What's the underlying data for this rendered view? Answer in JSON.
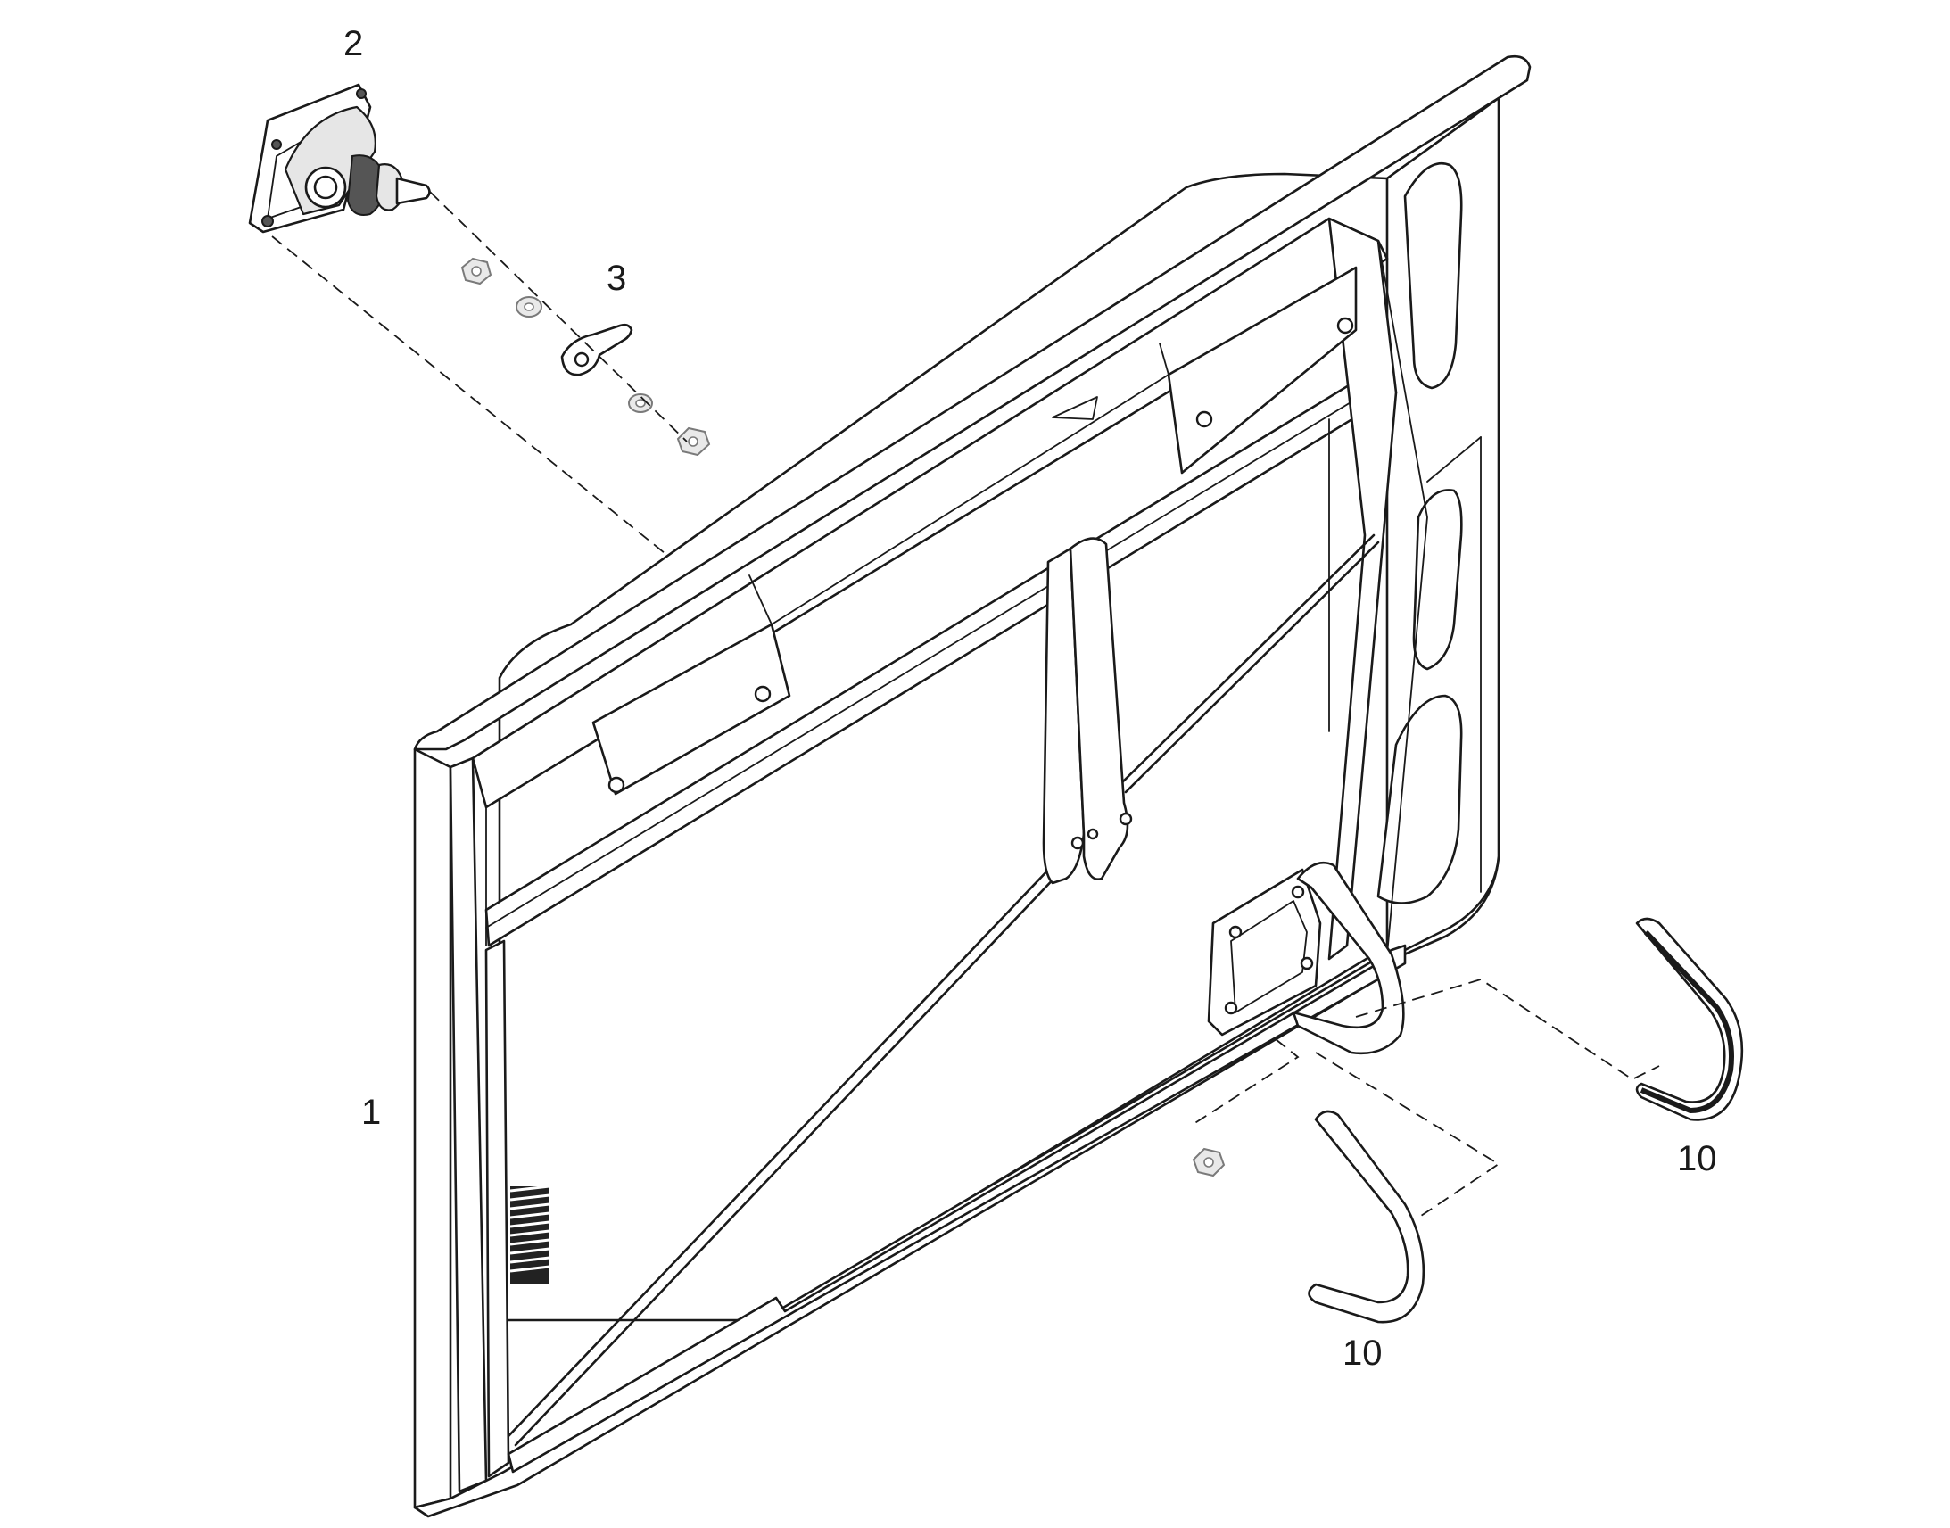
{
  "callouts": {
    "panel": "1",
    "motor": "2",
    "lever": "3",
    "handle_right": "10",
    "handle_lower": "10"
  }
}
